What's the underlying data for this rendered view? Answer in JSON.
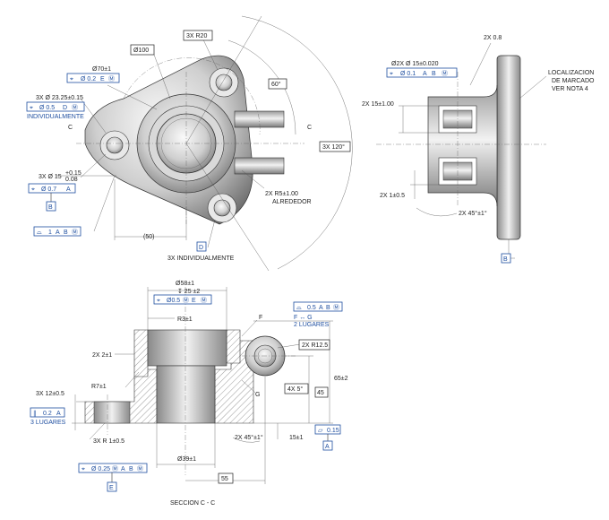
{
  "top_view": {
    "dims": {
      "d100": "Ø100",
      "r20": "3X R20",
      "d70": "Ø70±1",
      "fcf_d70": [
        "⌖",
        "Ø 0.2",
        "E",
        "Ⓜ"
      ],
      "hole_note": "3X Ø 23.25±0.15",
      "fcf_hole": [
        "⌖",
        "Ø 0.5",
        "D",
        "Ⓜ"
      ],
      "individually": "INDIVIDUALMENTE",
      "c_left": "C",
      "c_right": "C",
      "angle60": "60°",
      "angle120": "3X 120°",
      "small_hole": "3X Ø 15",
      "small_hole_tol_up": "+0.15",
      "small_hole_tol_dn": "0.08",
      "fcf_small": [
        "⌖",
        "Ø 0.7",
        "A"
      ],
      "datum_b": "B",
      "r5": "2X R5±1.00",
      "around": "ALREDEDOR",
      "profile": [
        "⌓",
        "1",
        "A",
        "B",
        "Ⓜ"
      ],
      "d50": "(50)",
      "datum_d": "D",
      "individually2": "3X INDIVIDUALMENTE"
    }
  },
  "side_view": {
    "dims": {
      "chamfer08": "2X 0.8",
      "hole2x": "Ø2X Ø 15±0.020",
      "fcf_hole": [
        "⌖",
        "Ø 0.1",
        "A",
        "B",
        "Ⓜ"
      ],
      "marking": [
        "LOCALIZACION",
        "DE MARCADO",
        "VER NOTA 4"
      ],
      "d15": "2X 15±1.00",
      "d1": "2X 1±0.5",
      "ang45": "2X 45°±1°",
      "datum_b": "B"
    }
  },
  "section_view": {
    "dims": {
      "d58": "Ø58±1",
      "depth25": "↧ 25 ±2",
      "fcf_58": [
        "⌖",
        "Ø0.5",
        "Ⓜ",
        "E",
        "Ⓜ"
      ],
      "r3": "R3±1",
      "f": "F",
      "g": "G",
      "profile_fg": [
        "⌓",
        "0.5",
        "A",
        "B",
        "Ⓜ"
      ],
      "fg": "F ↔ G",
      "two_places": "2 LUGARES",
      "x2": "2X 2±1",
      "r12": "2X R12.5",
      "r7": "R7±1",
      "x4": "4X 5°",
      "d45": "45",
      "d65": "65±2",
      "d12": "3X 12±0.5",
      "par": [
        "∥",
        "0.2",
        "A"
      ],
      "three_places": "3 LUGARES",
      "flat": [
        "▱",
        "0.15"
      ],
      "datum_a": "A",
      "r1": "3X R 1±0.5",
      "ang45": "2X 45°±1°",
      "d15": "15±1",
      "d39": "Ø39±1",
      "fcf_39": [
        "⌖",
        "Ø 0.25",
        "Ⓜ",
        "A",
        "B",
        "Ⓜ"
      ],
      "d55": "55",
      "datum_e": "E",
      "title": "SECCION C - C"
    }
  }
}
